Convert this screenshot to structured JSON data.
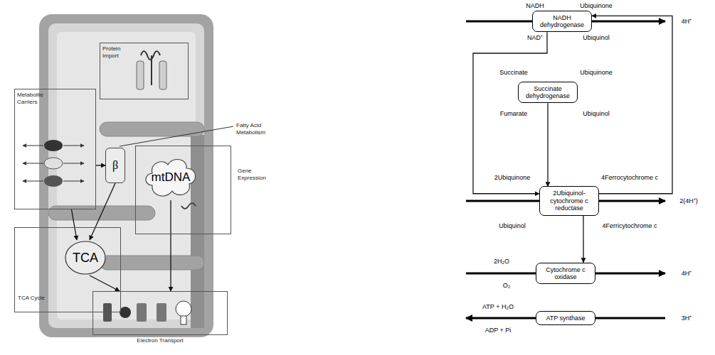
{
  "diagram": {
    "nodes": [
      {
        "text": [
          "Protein Import"
        ]
      },
      {
        "text": [
          "Metabolite Carriers"
        ]
      },
      {
        "text": [
          "β"
        ]
      },
      {
        "text": [
          "Gene Expression"
        ]
      },
      {
        "text": [
          "mtDNA"
        ],
        "in": 3
      },
      {
        "text": [
          "TCA Cycle"
        ]
      },
      {
        "text": [
          "TCA"
        ],
        "in": 5
      },
      {
        "text": [
          "Electron Transport"
        ]
      },
      {
        "text": [
          "NADH dehydrogenase"
        ]
      },
      {
        "text": [
          "Succinate dehydrogenase"
        ]
      },
      {
        "text": [
          "2Ubiquinol-cytochrome c reductase"
        ]
      },
      {
        "text": [
          "Cytochrome c oxidase"
        ]
      },
      {
        "text": [
          "ATP synthase"
        ]
      }
    ],
    "edges": [
      {
        "from": 1,
        "to": 2,
        "arrow": "to"
      },
      {
        "from": 1,
        "to": 6,
        "arrow": "to"
      },
      {
        "from": 2,
        "to": 6,
        "arrow": "to"
      },
      {
        "from": 6,
        "to": 7,
        "arrow": "to"
      },
      {
        "from": 4,
        "to": 7,
        "arrow": "to"
      },
      {
        "from": 8,
        "to": 10,
        "arrow": "to"
      },
      {
        "from": 9,
        "to": 10,
        "arrow": "to"
      },
      {
        "from": 10,
        "to": 8,
        "arrow": "to"
      },
      {
        "from": 10,
        "to": 11,
        "arrow": "to"
      }
    ],
    "labels": [
      "Fatty Acid Metabolism",
      "NADH",
      "Ubiquinone",
      "NAD⁺",
      "Ubiquinol",
      "4H⁺",
      "Succinate",
      "Ubiquinone",
      "Fumarate",
      "Ubiquinol",
      "2Ubiquinone",
      "4Ferrocytochrome c",
      "Ubiquinol",
      "4Ferricytochrome c",
      "2(4H⁺)",
      "2H₂O",
      "O₂",
      "4H⁺",
      "ATP + H₂O",
      "ADP + Pi",
      "3H⁺"
    ]
  }
}
